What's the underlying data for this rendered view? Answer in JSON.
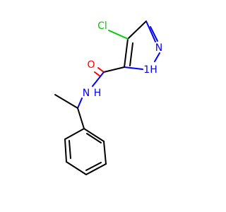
{
  "molecule": {
    "atoms": {
      "cl": {
        "text": "Cl",
        "color": "#00cc00"
      },
      "o": {
        "text": "O",
        "color": "#ff0000"
      },
      "n_amide": {
        "text": "N",
        "color": "#0000ff"
      },
      "h_amide": {
        "text": "H",
        "color": "#0000ff"
      },
      "n_ring": {
        "text": "N",
        "color": "#0000ff"
      },
      "nh_ring": {
        "text": "1H",
        "color": "#0000ff"
      }
    },
    "colors": {
      "carbon_bond": "#000000",
      "nitrogen": "#0000ff",
      "oxygen": "#ff0000",
      "chlorine": "#00cc00",
      "background": "#ffffff"
    }
  }
}
